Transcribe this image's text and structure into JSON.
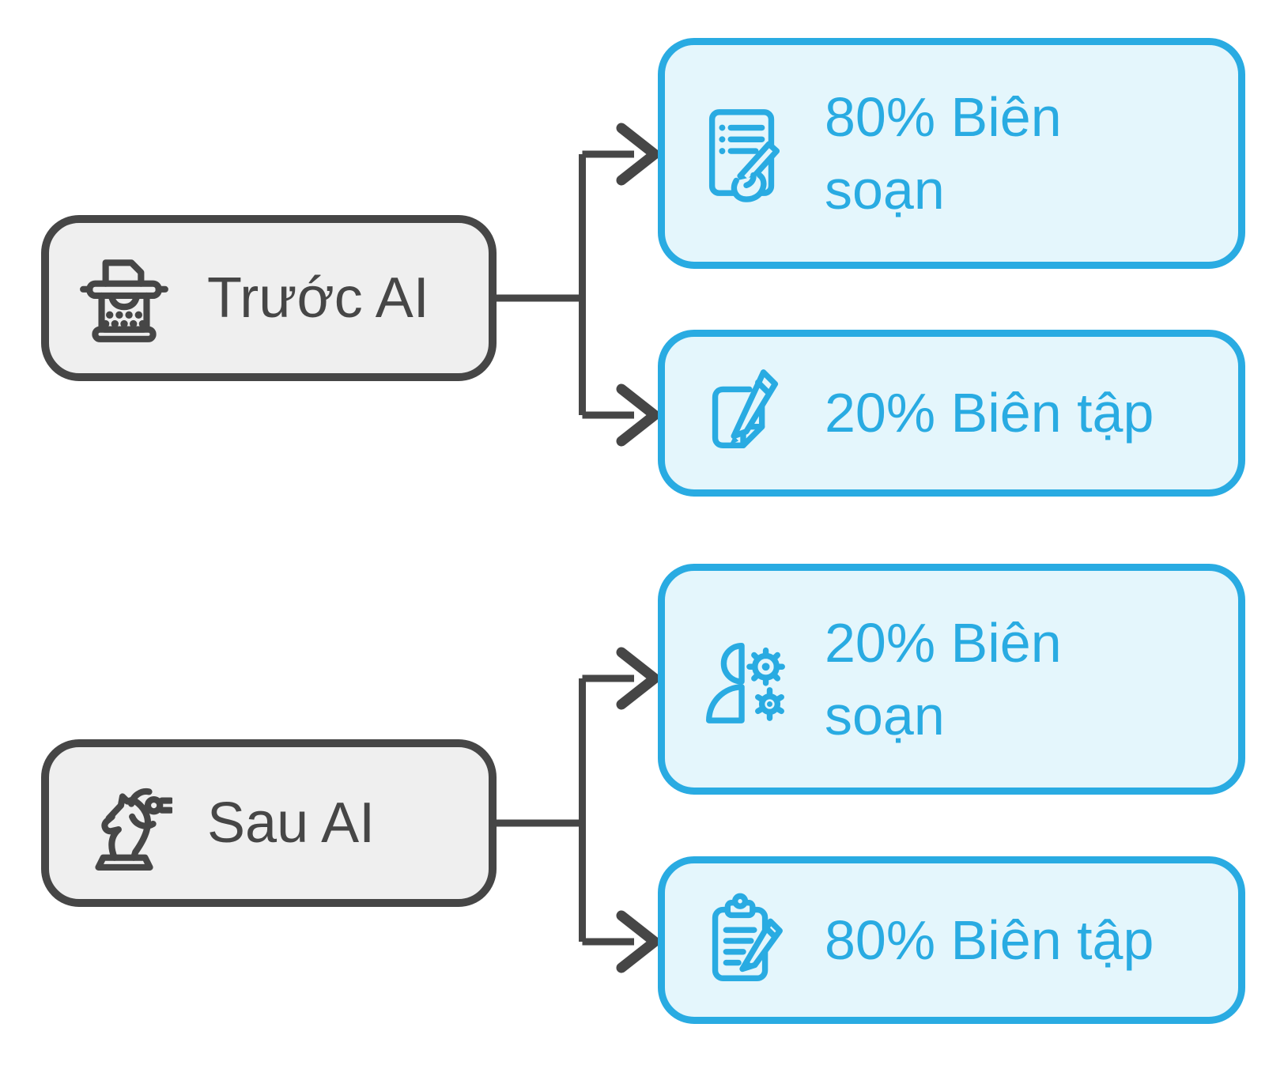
{
  "diagram": {
    "type": "flowchart",
    "direction": "left-to-right",
    "colors": {
      "accent_blue": "#29abe2",
      "child_node_fill": "#e4f6fc",
      "parent_node_fill": "#efefef",
      "line_and_text_dark_gray": "#464646",
      "background": "#ffffff"
    },
    "parents": [
      {
        "label": "Trước AI",
        "icon": "typewriter-icon",
        "children": [
          {
            "label": "80% Biên soạn",
            "icon": "document-writing-hand-icon"
          },
          {
            "label": "20% Biên tập",
            "icon": "notepad-pen-icon"
          }
        ]
      },
      {
        "label": "Sau AI",
        "icon": "chess-knight-gear-icon",
        "children": [
          {
            "label": "20% Biên soạn",
            "icon": "person-gears-icon"
          },
          {
            "label": "80% Biên tập",
            "icon": "clipboard-pencil-icon"
          }
        ]
      }
    ]
  }
}
